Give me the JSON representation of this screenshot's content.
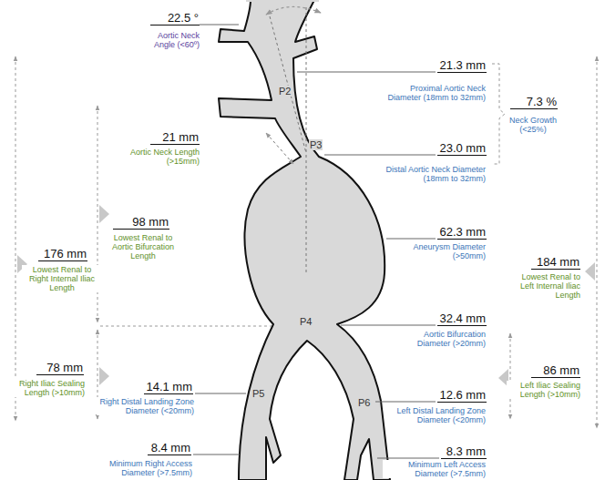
{
  "diagram": {
    "labels": [
      "22.5 °",
      "Aortic Neck Angle (<60º)",
      "21.3 mm",
      "Proximal Aortic Neck Diameter (18mm to 32mm)",
      "P2",
      "7.3 %",
      "Neck Growth (<25%)",
      "21 mm",
      "Aortic Neck Length (>15mm)",
      "P3",
      "23.0 mm",
      "Distal Aortic Neck Diameter (18mm to 32mm)",
      "98 mm",
      "Lowest Renal to Aortic Bifurcation Length",
      "176 mm",
      "Lowest Renal to Right Internal Iliac Length",
      "62.3 mm",
      "Aneurysm Diameter (>50mm)",
      "184 mm",
      "Lowest Renal to Left Internal Iliac Length",
      "P4",
      "32.4 mm",
      "Aortic Bifurcation Diameter (>20mm)",
      "78 mm",
      "Right Iliac Sealing Length (>10mm)",
      "14.1 mm",
      "Right Distal Landing Zone Diameter (<20mm)",
      "86 mm",
      "Left Iliac Sealing Length (>10mm)",
      "P5",
      "P6",
      "12.6 mm",
      "Left Distal Landing Zone Diameter (<20mm)",
      "8.4 mm",
      "Minimum Right Access Diameter (>7.5mm)",
      "8.3 mm",
      "Minimum Left Access Diameter (>7.5mm)"
    ]
  }
}
